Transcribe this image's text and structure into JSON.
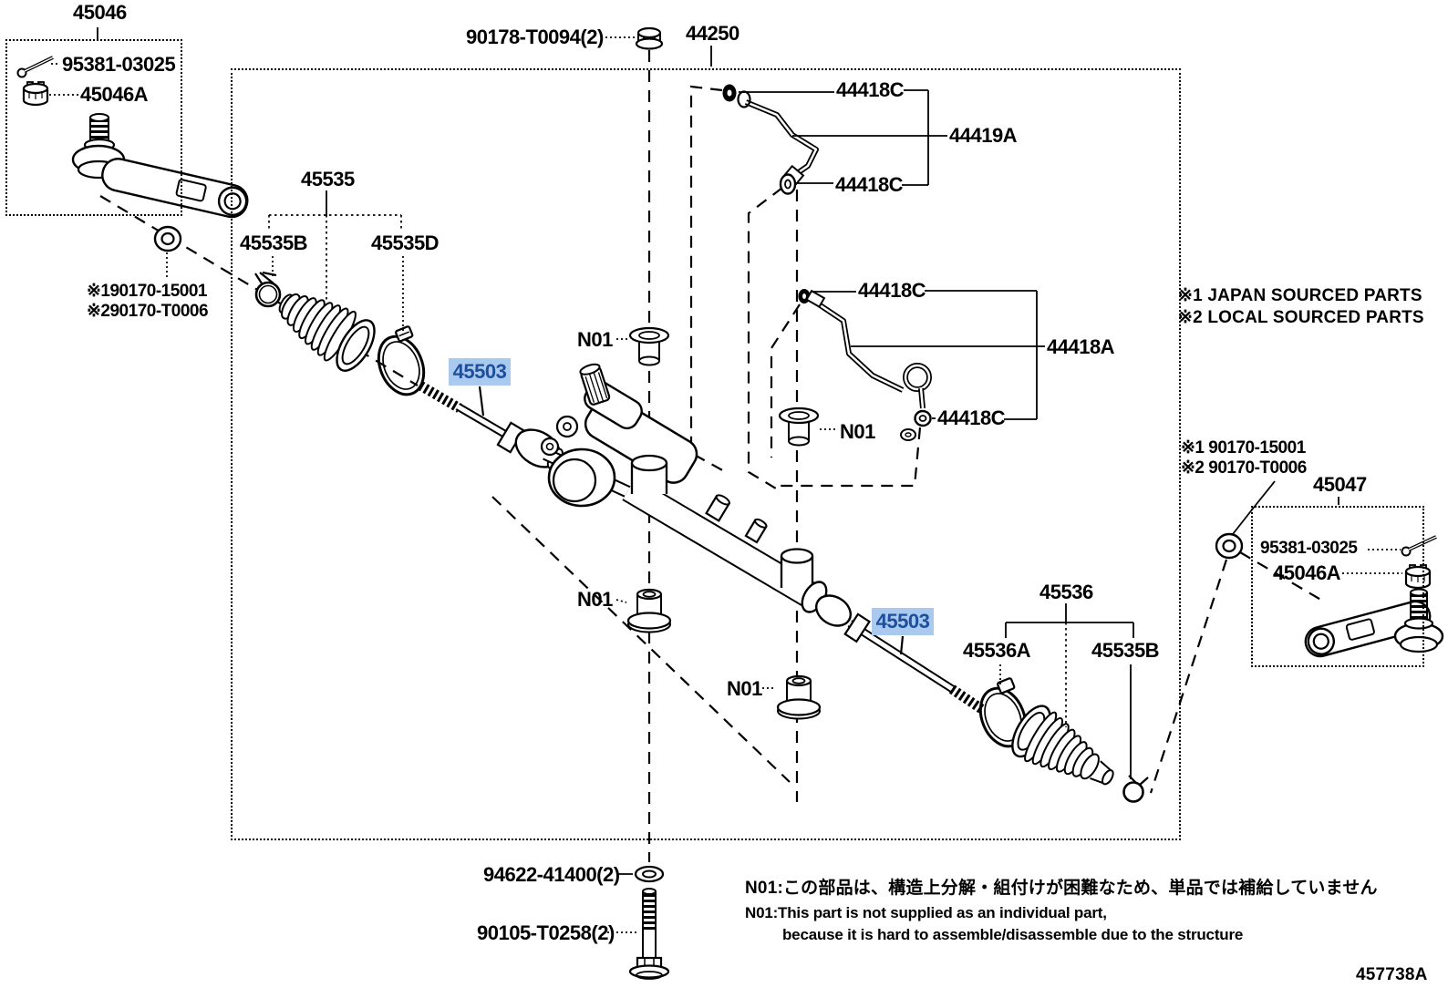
{
  "page": {
    "doc_id": "457738A",
    "ink_color": "#000000",
    "background_color": "#ffffff",
    "highlight_bg": "#A9C9EF",
    "highlight_ink": "#1D4F9C"
  },
  "labels": {
    "p45046": "45046",
    "p95381": "95381-03025",
    "p45046a": "45046A",
    "p90178": "90178-T0094(2)",
    "p44250": "44250",
    "p44418c": "44418C",
    "p44419a": "44419A",
    "p45535": "45535",
    "p45535b": "45535B",
    "p45535d": "45535D",
    "note_src1": "※190170-15001",
    "note_src2": "※290170-T0006",
    "p44418a": "44418A",
    "note_japan": "※1 JAPAN SOURCED PARTS",
    "note_local": "※2 LOCAL SOURCED PARTS",
    "n01": "N01",
    "p45503": "45503",
    "note_src1_sp": "※1 90170-15001",
    "note_src2_sp": "※2 90170-T0006",
    "p45047": "45047",
    "p45536": "45536",
    "p45536a": "45536A",
    "p94622": "94622-41400(2)",
    "p90105": "90105-T0258(2)",
    "note_n01_jp": "N01:この部品は、構造上分解・組付けが困難なため、単品では補給していません",
    "note_n01_en1": "N01:This part is not supplied as an individual part,",
    "note_n01_en2": "because it is hard to assemble/disassemble due to the structure",
    "doc_id": "457738A"
  }
}
